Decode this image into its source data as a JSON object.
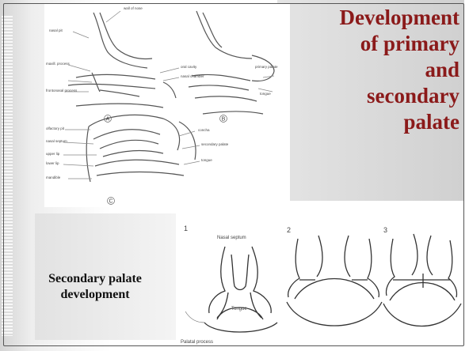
{
  "title_lines": [
    "Development",
    "of primary",
    "and",
    "secondary",
    "palate"
  ],
  "caption_lines": [
    "Secondary palate",
    "development"
  ],
  "figure_top": {
    "panel_labels": [
      "A",
      "B",
      "C"
    ],
    "callouts": {
      "p1": "wall of nose",
      "p2": "nasal pit",
      "p3": "maxill. process",
      "p4": "frontonasal process",
      "p5": "oral cavity",
      "p6": "nasal chamber",
      "p7": "primary palate",
      "p8": "olfactory pit",
      "p9": "concha",
      "p10": "secondary palate",
      "p11": "tongue",
      "p12": "nasal septum",
      "p13": "upper lip",
      "p14": "lower lip",
      "p15": "mandible"
    }
  },
  "figure_bottom": {
    "stage_numbers": [
      "1",
      "2",
      "3"
    ],
    "nasal_septum_label": "Nasal septum",
    "tongue_label": "Tongue",
    "palatal_process_label": "Palatal process"
  },
  "colors": {
    "title": "#8b1a1a",
    "caption": "#111111",
    "panel_gray": "#d8d8d8"
  }
}
